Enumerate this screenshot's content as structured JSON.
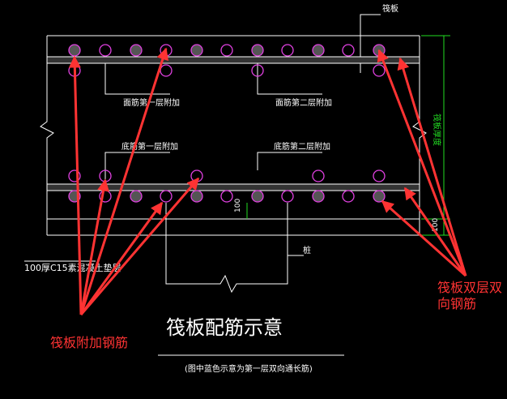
{
  "colors": {
    "background": "#000000",
    "line": "#ffffff",
    "rebar_outline": "#e040e0",
    "rebar_fill": "#555555",
    "dimension": "#22dd22",
    "arrow": "#ff3333"
  },
  "labels": {
    "raft_edge": "筏板",
    "slab_thickness": "筏板厚度",
    "top_first_layer_extra": "面筋第一层附加",
    "top_second_layer_extra": "面筋第二层附加",
    "bottom_first_layer_extra": "底筋第一层附加",
    "bottom_second_layer_extra": "底筋第二层附加",
    "dim_100_left": "100",
    "dim_100_right": "100",
    "pile": "桩",
    "cushion": "100厚C15素混凝土垫层"
  },
  "title": "筏板配筋示意",
  "subtitle": "(图中蓝色示意为第一层双向通长筋)",
  "callouts": {
    "left": "筏板附加钢筋",
    "right_line1": "筏板双层双",
    "right_line2": "向钢筋"
  }
}
